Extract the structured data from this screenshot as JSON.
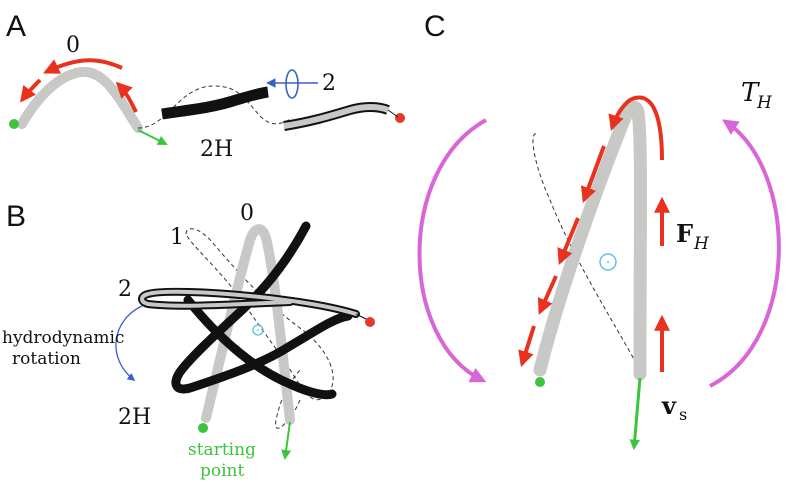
{
  "panels": {
    "a": {
      "letter": "A",
      "labels": {
        "state0": "0",
        "state2": "2",
        "state2h": "2H"
      }
    },
    "b": {
      "letter": "B",
      "labels": {
        "state0": "0",
        "state1": "1",
        "state2": "2",
        "state2h": "2H"
      },
      "rotation_label_line1": "hydrodynamic",
      "rotation_label_line2": "rotation",
      "start_label_line1": "starting",
      "start_label_line2": "point"
    },
    "c": {
      "letter": "C",
      "torque_label": "T",
      "torque_sub": "H",
      "force_label": "F",
      "force_sub": "H",
      "velocity_label": "v",
      "velocity_sub": "s"
    }
  },
  "colors": {
    "filament_gray": "#c8c8c6",
    "filament_black": "#111111",
    "force_red": "#e8321e",
    "magenta": "#d966d6",
    "green": "#3cc43c",
    "blue": "#3a5fc8",
    "cyan": "#5cbfe0",
    "dot_red": "#e23a24"
  }
}
